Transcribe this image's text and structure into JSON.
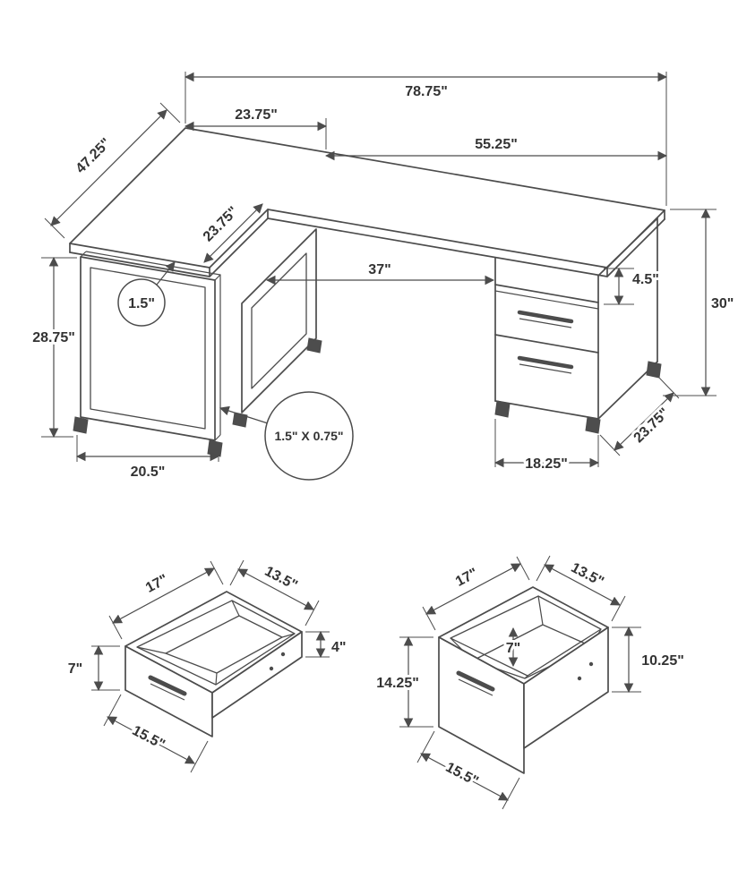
{
  "colors": {
    "background": "#ffffff",
    "line": "#4c4c4c",
    "text": "#333333"
  },
  "drawing": {
    "desk": {
      "overall_width": "78.75\"",
      "left_section_width": "23.75\"",
      "right_section_width": "55.25\"",
      "return_length": "47.25\"",
      "return_depth": "23.75\"",
      "knee_space_width": "37\"",
      "top_thickness": "1.5\"",
      "left_leg_height": "28.75\"",
      "overall_height": "30\"",
      "shelf_opening_height": "4.5\"",
      "left_leg_width": "20.5\"",
      "cabinet_width": "18.25\"",
      "desk_depth": "23.75\"",
      "frame_tube_size": "1.5\" X 0.75\""
    },
    "small_drawer": {
      "depth": "17\"",
      "back_width": "13.5\"",
      "front_height": "7\"",
      "side_height": "4\"",
      "front_width": "15.5\""
    },
    "file_drawer": {
      "depth": "17\"",
      "back_width": "13.5\"",
      "inner_depth": "7\"",
      "front_height": "14.25\"",
      "side_height": "10.25\"",
      "front_width": "15.5\""
    }
  }
}
